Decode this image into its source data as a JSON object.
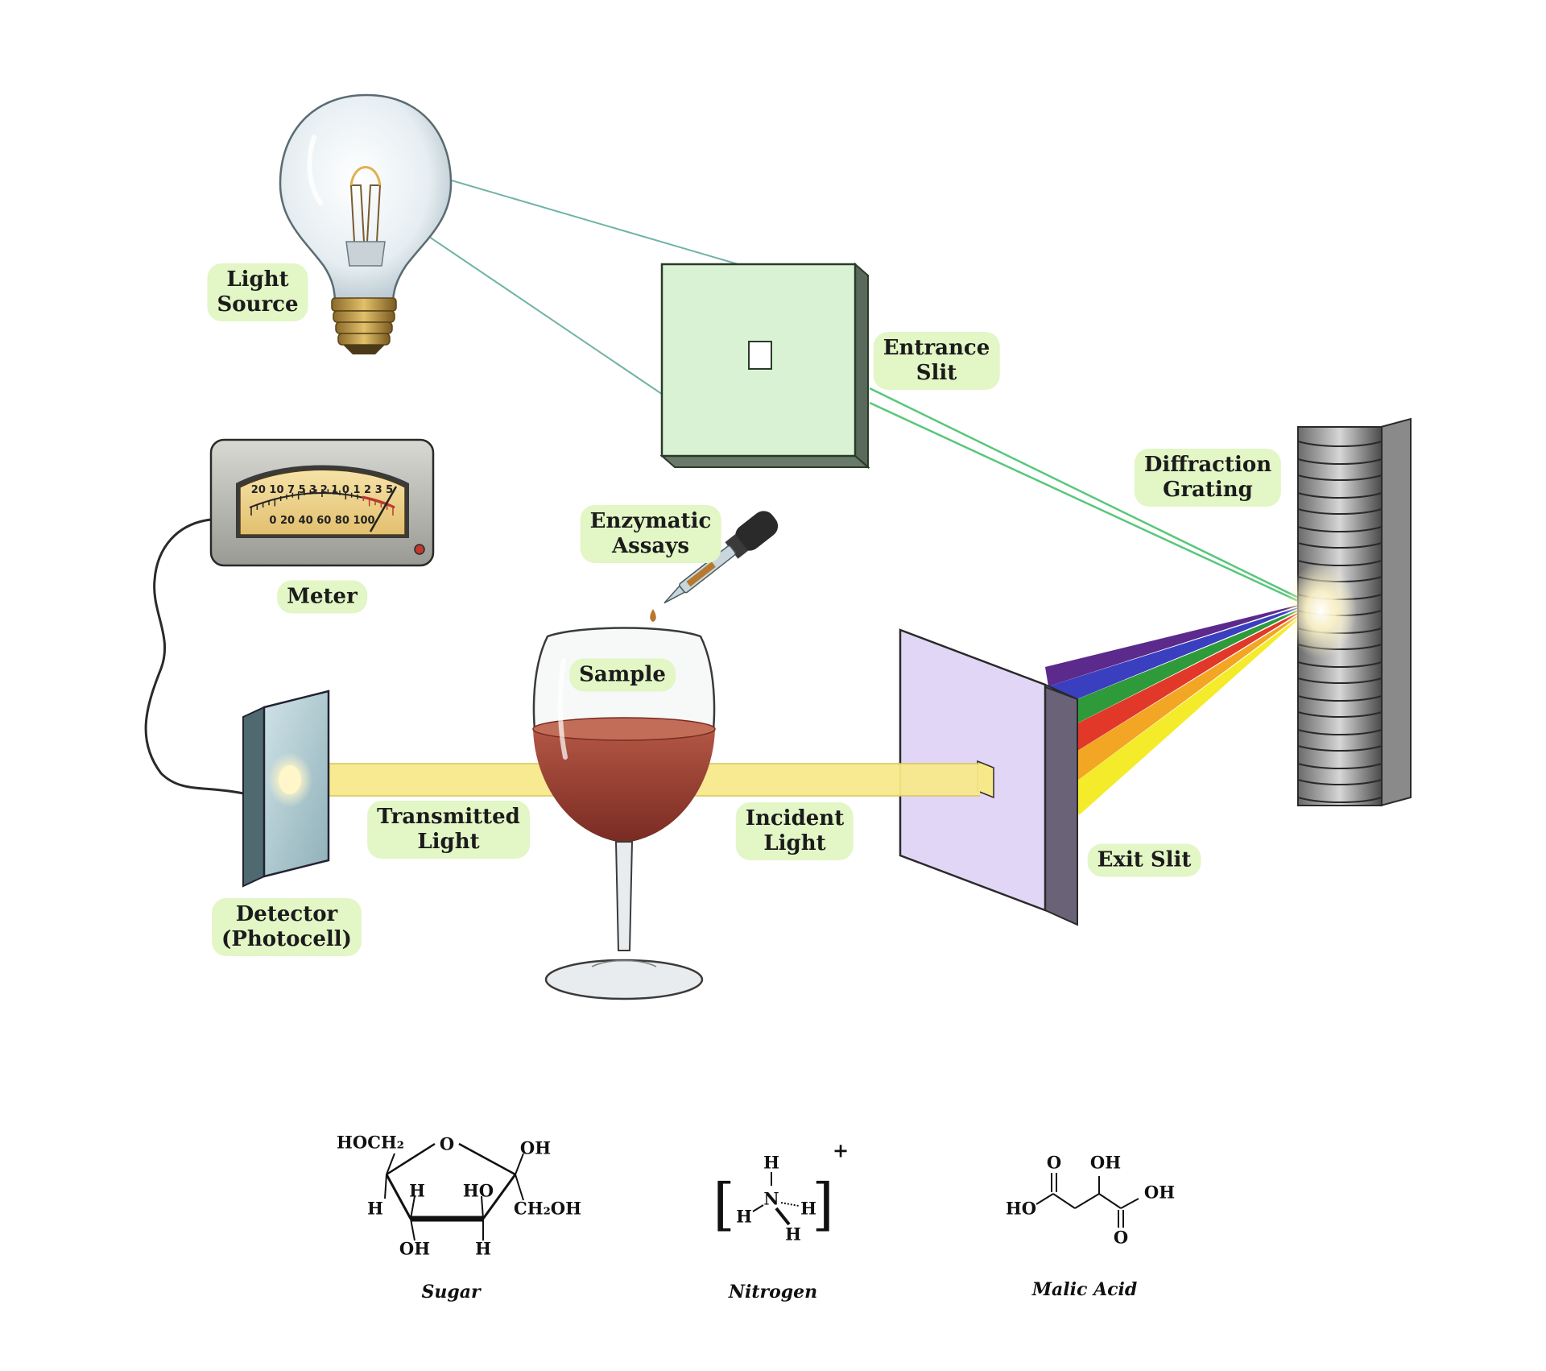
{
  "labels": {
    "light_source": [
      "Light",
      "Source"
    ],
    "entrance_slit": [
      "Entrance",
      "Slit"
    ],
    "diffraction_grating": [
      "Diffraction",
      "Grating"
    ],
    "enzymatic_assays": [
      "Enzymatic",
      "Assays"
    ],
    "meter": "Meter",
    "sample": "Sample",
    "transmitted_light": [
      "Transmitted",
      "Light"
    ],
    "incident_light": [
      "Incident",
      "Light"
    ],
    "exit_slit": "Exit Slit",
    "detector": [
      "Detector",
      "(Photocell)"
    ]
  },
  "meter_scale": {
    "top_numbers": [
      "20",
      "10",
      "7",
      "5",
      "3",
      "2",
      "1",
      "0",
      "1",
      "2",
      "3",
      "5"
    ],
    "bottom_numbers": [
      "0",
      "20",
      "40",
      "60",
      "80",
      "100"
    ]
  },
  "molecules": {
    "sugar": {
      "caption": "Sugar",
      "atoms": {
        "hoch2": "HOCH₂",
        "ring_o": "O",
        "oh_top_right": "OH",
        "h_left": "H",
        "h_inner_left": "H",
        "ho_inner_right": "HO",
        "ch2oh": "CH₂OH",
        "oh_bottom": "OH",
        "h_bottom": "H"
      }
    },
    "nitrogen": {
      "caption": "Nitrogen",
      "atoms": {
        "n": "N",
        "h_top": "H",
        "h_left": "H",
        "h_right": "H",
        "h_bottom": "H",
        "charge": "+",
        "bracket_left": "[",
        "bracket_right": "]"
      }
    },
    "malic_acid": {
      "caption": "Malic Acid",
      "atoms": {
        "ho_left": "HO",
        "o_top": "O",
        "oh_mid": "OH",
        "oh_right": "OH",
        "o_bottom": "O"
      }
    }
  },
  "colors": {
    "label_bg": "#e3f6c6",
    "entrance_slit": "#d9f2d4",
    "exit_slit": "#e2d6f6",
    "beam": "#f7e98a",
    "wine": "#a5483a",
    "spectrum": [
      "#5b2a8c",
      "#3a3fbf",
      "#2f9a3a",
      "#e1382a",
      "#f3a623",
      "#f4ec2a"
    ]
  }
}
